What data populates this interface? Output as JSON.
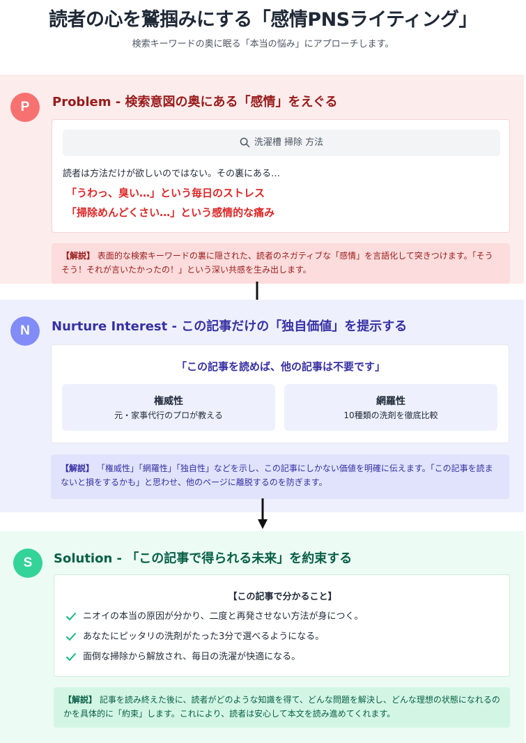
{
  "page": {
    "title": "読者の心を鷲掴みにする「感情PNSライティング」",
    "subtitle": "検索キーワードの奥に眠る「本当の悩み」にアプローチします。"
  },
  "colors": {
    "problem_accent": "#f87171",
    "nurture_accent": "#818cf8",
    "solution_accent": "#34d399",
    "pain_text": "#dc2626"
  },
  "problem": {
    "badge": "P",
    "heading": "Problem - 検索意図の奥にある「感情」をえぐる",
    "search_icon": "search-icon",
    "search_query": "洗濯槽 掃除 方法",
    "lead": "読者は方法だけが欲しいのではない。その裏にある…",
    "pains": [
      "「うわっ、臭い…」という毎日のストレス",
      "「掃除めんどくさい…」という感情的な痛み"
    ],
    "explain_label": "【解説】",
    "explain_text": "表面的な検索キーワードの裏に隠された、読者のネガティブな「感情」を言語化して突きつけます。「そうそう！それが言いたかったの！」という深い共感を生み出します。"
  },
  "nurture": {
    "badge": "N",
    "heading": "Nurture Interest - この記事だけの「独自価値」を提示する",
    "quote": "「この記事を読めば、他の記事は不要です」",
    "features": [
      {
        "title": "権威性",
        "desc": "元・家事代行のプロが教える"
      },
      {
        "title": "網羅性",
        "desc": "10種類の洗剤を徹底比較"
      }
    ],
    "explain_label": "【解説】",
    "explain_text": "「権威性」「網羅性」「独自性」などを示し、この記事にしかない価値を明確に伝えます。「この記事を読まないと損をするかも」と思わせ、他のページに離脱するのを防ぎます。"
  },
  "solution": {
    "badge": "S",
    "heading": "Solution - 「この記事で得られる未来」を約束する",
    "box_title": "【この記事で分かること】",
    "check_icon": "check-icon",
    "benefits": [
      "ニオイの本当の原因が分かり、二度と再発させない方法が身につく。",
      "あなたにピッタリの洗剤がたった3分で選べるようになる。",
      "面倒な掃除から解放され、毎日の洗濯が快適になる。"
    ],
    "explain_label": "【解説】",
    "explain_text": "記事を読み終えた後に、読者がどのような知識を得て、どんな問題を解決し、どんな理想の状態になれるのかを具体的に「約束」します。これにより、読者は安心して本文を読み進めてくれます。"
  }
}
